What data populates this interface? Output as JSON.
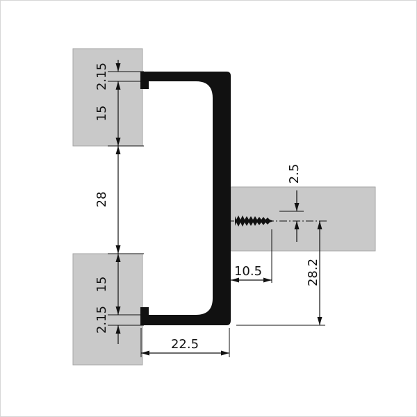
{
  "diagram": {
    "type": "technical-drawing",
    "description": "Cross-section of a C-channel handle profile mounted between panels with a fixing screw",
    "colors": {
      "background": "#ffffff",
      "panel": "#c9c9c9",
      "panel_stroke": "#a6a6a6",
      "ink": "#111111",
      "frame": "#d6d6d6"
    },
    "labels": {
      "top_flange_thickness": "2.15",
      "top_recess": "15",
      "panel_gap": "28",
      "bottom_recess": "15",
      "bottom_flange_thickness": "2.15",
      "screw_axis_offset": "2.5",
      "screw_depth": "10.5",
      "height_below_axis": "28.2",
      "flange_length": "22.5"
    }
  }
}
